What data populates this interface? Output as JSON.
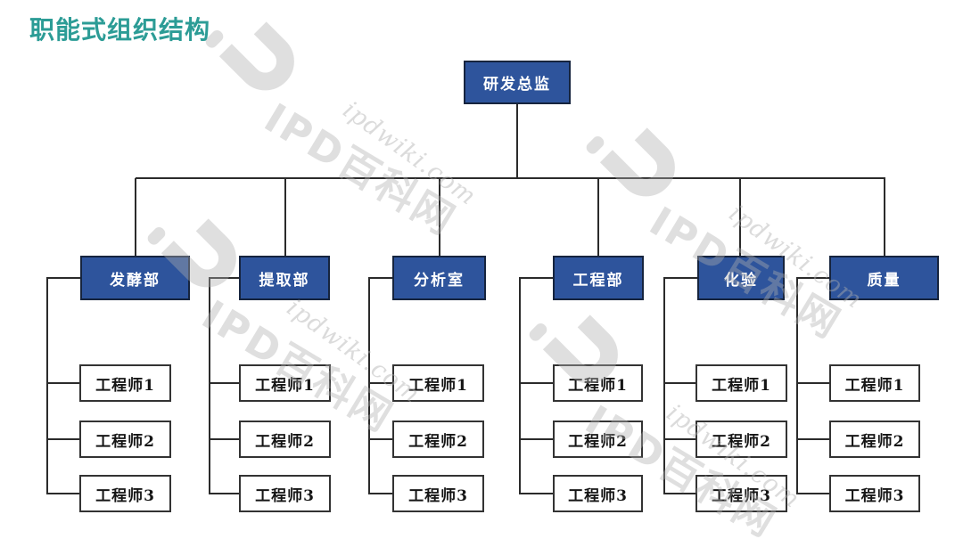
{
  "title": "职能式组织结构",
  "colors": {
    "title_teal": "#2c9c96",
    "node_blue": "#2e549c",
    "node_border": "#16243e",
    "leaf_border": "#333333",
    "line": "#2b2b2b",
    "watermark_gray": "#b0b0b0"
  },
  "watermark": {
    "logo": "ipd-magnet-logo",
    "text_primary": "IPD百科网",
    "text_secondary": "ipdwiki.com"
  },
  "org": {
    "root": {
      "label": "研发总监"
    },
    "departments": [
      {
        "label": "发酵部",
        "children": [
          "工程师1",
          "工程师2",
          "工程师3"
        ]
      },
      {
        "label": "提取部",
        "children": [
          "工程师1",
          "工程师2",
          "工程师3"
        ]
      },
      {
        "label": "分析室",
        "children": [
          "工程师1",
          "工程师2",
          "工程师3"
        ]
      },
      {
        "label": "工程部",
        "children": [
          "工程师1",
          "工程师2",
          "工程师3"
        ]
      },
      {
        "label": "化验",
        "children": [
          "工程师1",
          "工程师2",
          "工程师3"
        ]
      },
      {
        "label": "质量",
        "children": [
          "工程师1",
          "工程师2",
          "工程师3"
        ]
      }
    ]
  }
}
